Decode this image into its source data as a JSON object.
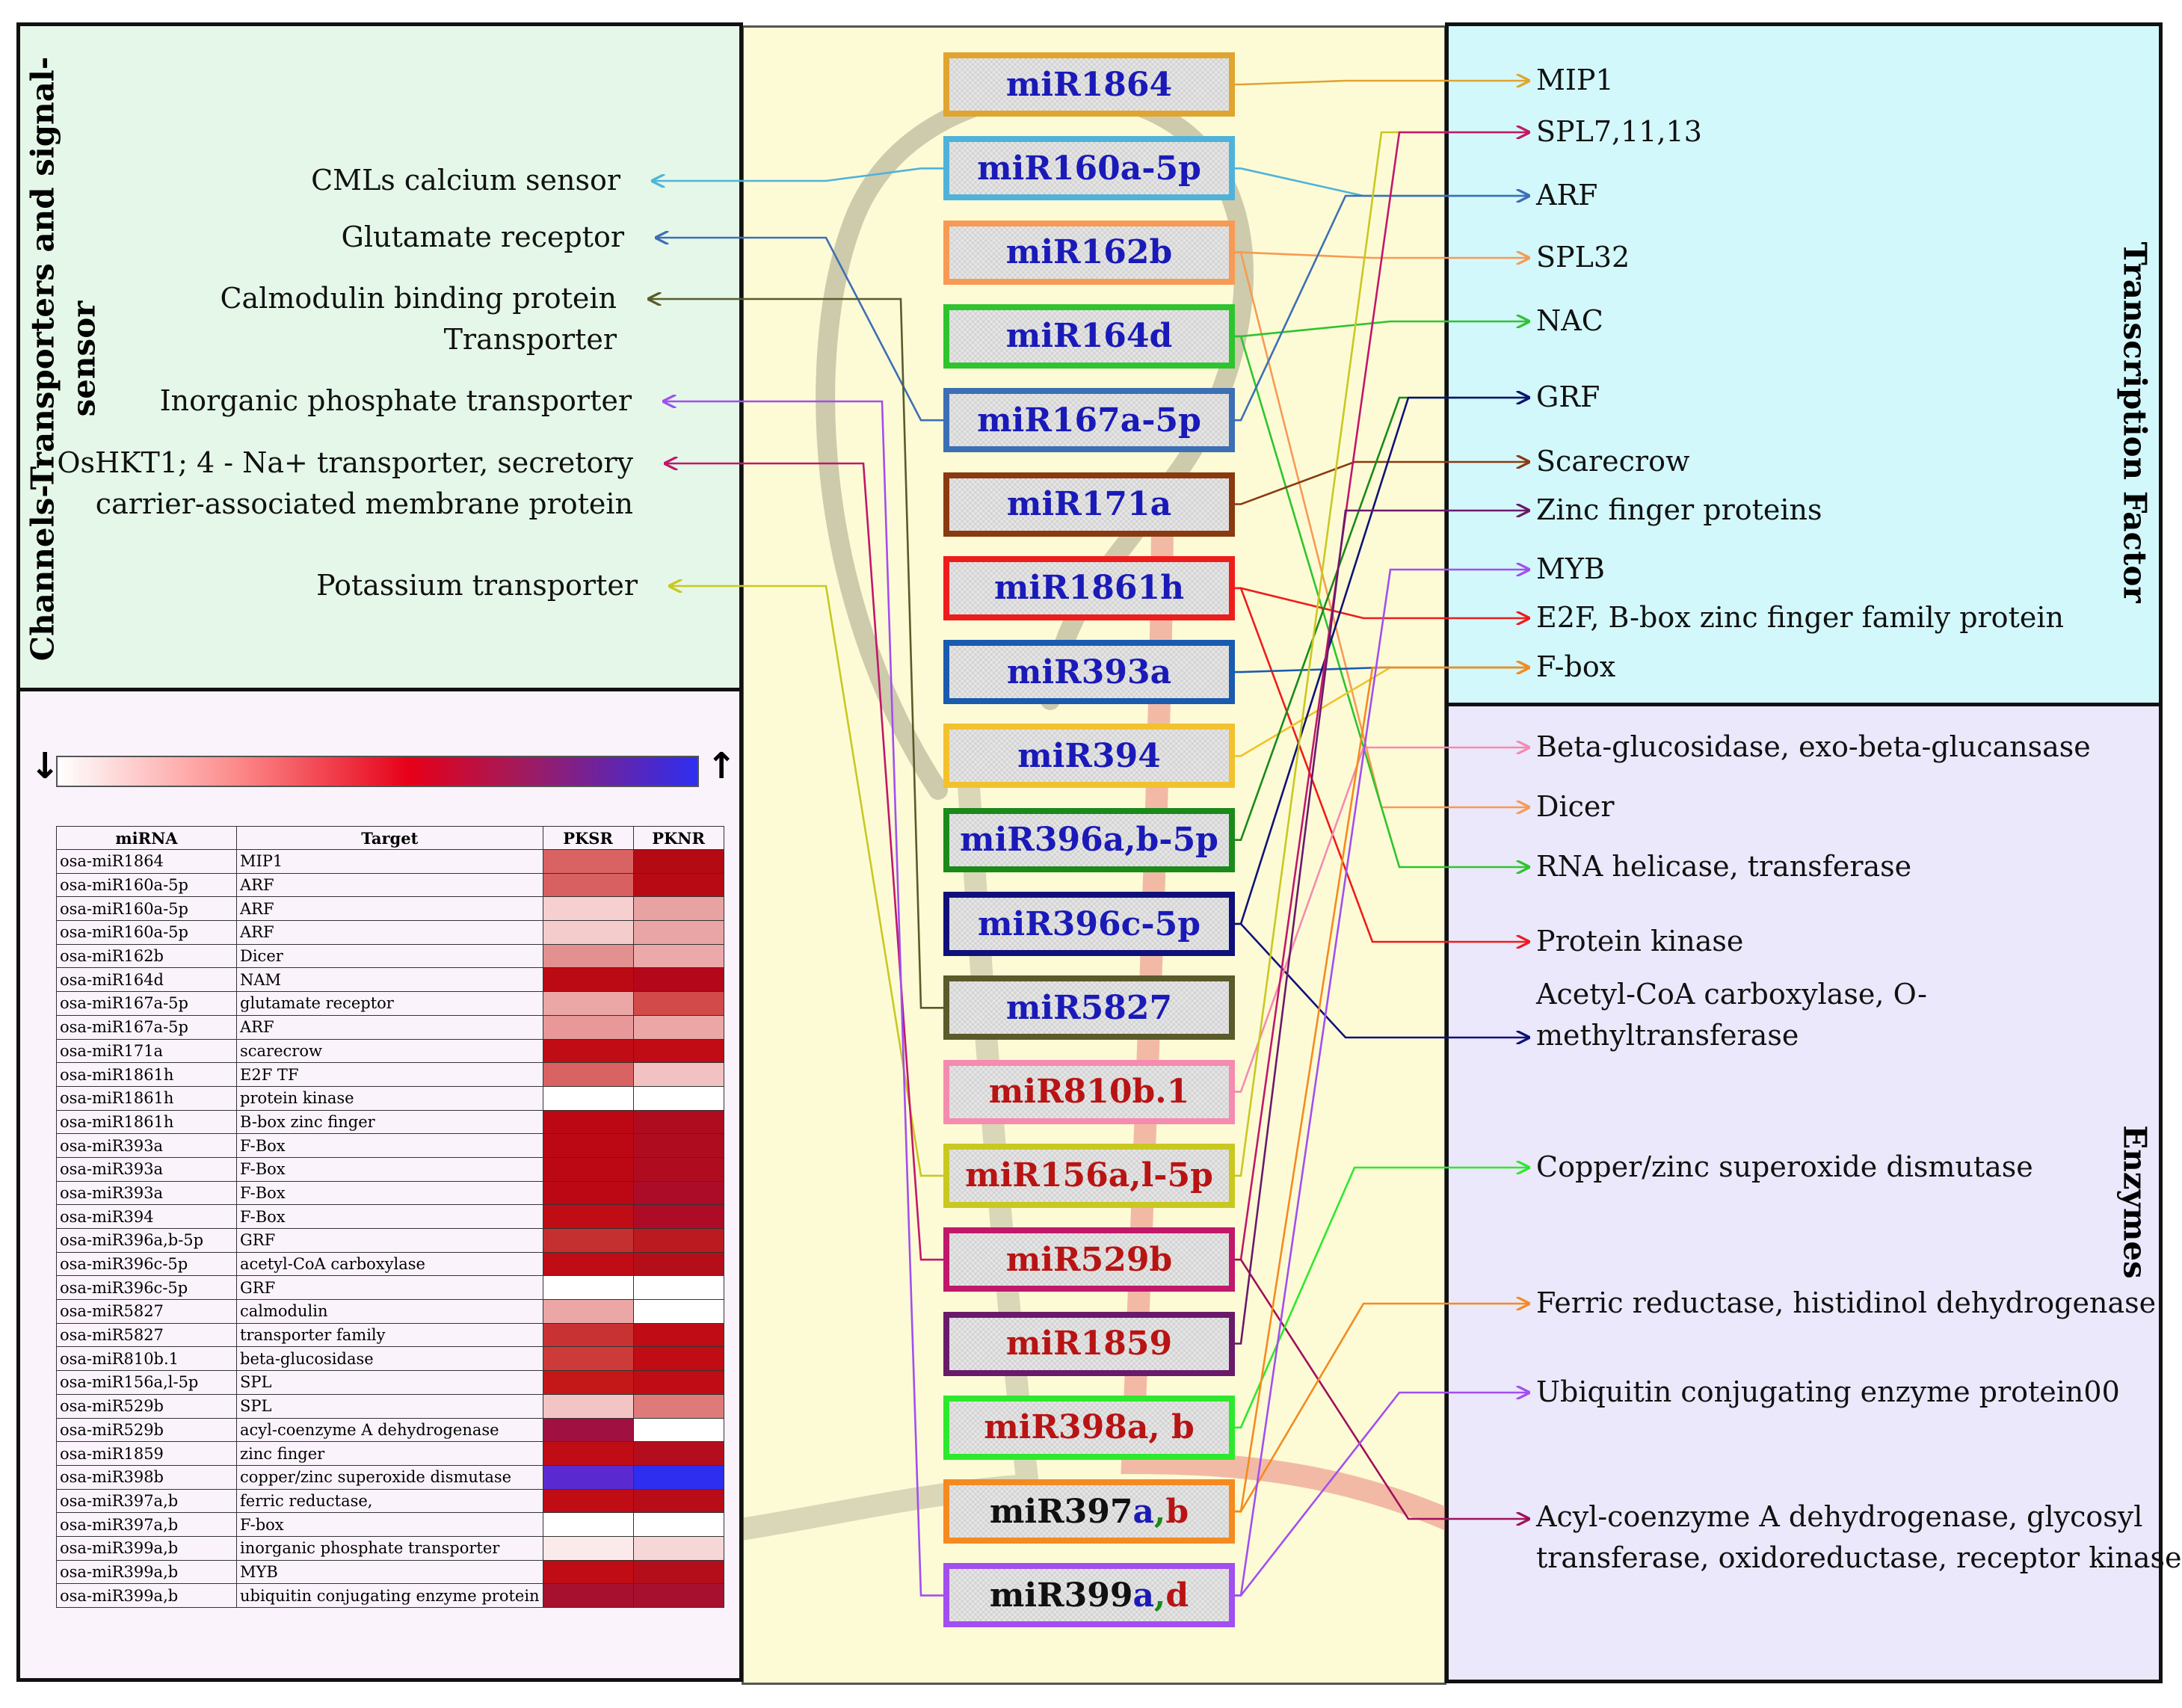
{
  "sections": {
    "left": "Channels-Transporters and signal-\nsensor",
    "right_top": "Transcription Factor",
    "right_bottom": "Enzymes"
  },
  "left_targets": [
    {
      "id": "cml",
      "text": "CMLs calcium sensor",
      "color": "#4fb3d9"
    },
    {
      "id": "glu",
      "text": "Glutamate receptor",
      "color": "#3d6fb5"
    },
    {
      "id": "cal",
      "text": "Calmodulin binding protein\nTransporter",
      "color": "#5a5a2a"
    },
    {
      "id": "pho",
      "text": "Inorganic phosphate transporter",
      "color": "#9a3ee6"
    },
    {
      "id": "hkt",
      "text": "OsHKT1; 4 - Na+ transporter, secretory\ncarrier-associated membrane protein",
      "color": "#b0106a"
    },
    {
      "id": "pot",
      "text": "Potassium transporter",
      "color": "#c9c820"
    }
  ],
  "mirnas": [
    {
      "id": "m1864",
      "label": "miR1864",
      "text_color": "#1a1ab8",
      "border": "#e0a430"
    },
    {
      "id": "m160",
      "label": "miR160a-5p",
      "text_color": "#1a1ab8",
      "border": "#4fb3d9"
    },
    {
      "id": "m162",
      "label": "miR162b",
      "text_color": "#1a1ab8",
      "border": "#f79a55"
    },
    {
      "id": "m164",
      "label": "miR164d",
      "text_color": "#1a1ab8",
      "border": "#2ec42e"
    },
    {
      "id": "m167",
      "label": "miR167a-5p",
      "text_color": "#1a1ab8",
      "border": "#3d6fb5"
    },
    {
      "id": "m171",
      "label": "miR171a",
      "text_color": "#1a1ab8",
      "border": "#8a3a10"
    },
    {
      "id": "m1861",
      "label": "miR1861h",
      "text_color": "#1a1ab8",
      "border": "#ee1c1c"
    },
    {
      "id": "m393",
      "label": "miR393a",
      "text_color": "#1a1ab8",
      "border": "#1a5bb0"
    },
    {
      "id": "m394",
      "label": "miR394",
      "text_color": "#1a1ab8",
      "border": "#f2c12e"
    },
    {
      "id": "m396ab",
      "label": "miR396a,b-5p",
      "text_color": "#1a1ab8",
      "border": "#1a8a1a"
    },
    {
      "id": "m396c",
      "label": "miR396c-5p",
      "text_color": "#1a1ab8",
      "border": "#10107a"
    },
    {
      "id": "m5827",
      "label": "miR5827",
      "text_color": "#1a1ab8",
      "border": "#5a5a2a"
    },
    {
      "id": "m810",
      "label": "miR810b.1",
      "text_color": "#b81414",
      "border": "#f58bb0"
    },
    {
      "id": "m156",
      "label": "miR156a,l-5p",
      "text_color": "#b81414",
      "border": "#c9c820"
    },
    {
      "id": "m529",
      "label": "miR529b",
      "text_color": "#b81414",
      "border": "#c0186a"
    },
    {
      "id": "m1859",
      "label": "miR1859",
      "text_color": "#b81414",
      "border": "#6a1a6a"
    },
    {
      "id": "m398",
      "label": "miR398a, b",
      "text_color": "#b81414",
      "border": "#2ee82e"
    },
    {
      "id": "m397",
      "label_parts": [
        "miR397",
        "a",
        ",",
        "b"
      ],
      "part_colors": [
        "#111111",
        "#1a1ab8",
        "#1a8a1a",
        "#b81414"
      ],
      "border": "#f58a20"
    },
    {
      "id": "m399",
      "label_parts": [
        "miR399",
        "a",
        ",",
        "d"
      ],
      "part_colors": [
        "#111111",
        "#1a1ab8",
        "#1a8a1a",
        "#b81414"
      ],
      "border": "#a14ff0"
    }
  ],
  "right_targets": [
    {
      "id": "mip1",
      "text": "MIP1"
    },
    {
      "id": "spl7",
      "text": "SPL7,11,13"
    },
    {
      "id": "arf",
      "text": "ARF"
    },
    {
      "id": "spl32",
      "text": "SPL32"
    },
    {
      "id": "nac",
      "text": "NAC"
    },
    {
      "id": "grf",
      "text": "GRF"
    },
    {
      "id": "scare",
      "text": "Scarecrow"
    },
    {
      "id": "zinc",
      "text": "Zinc finger proteins"
    },
    {
      "id": "myb",
      "text": "MYB"
    },
    {
      "id": "e2f",
      "text": "E2F, B-box zinc finger family protein"
    },
    {
      "id": "fbox",
      "text": "F-box"
    },
    {
      "id": "beta",
      "text": "Beta-glucosidase, exo-beta-glucansase"
    },
    {
      "id": "dicer",
      "text": "Dicer"
    },
    {
      "id": "rna",
      "text": "RNA helicase, transferase"
    },
    {
      "id": "pk",
      "text": "Protein kinase"
    },
    {
      "id": "acc",
      "text": "Acetyl-CoA carboxylase, O-\nmethyltransferase"
    },
    {
      "id": "sod",
      "text": "Copper/zinc superoxide dismutase"
    },
    {
      "id": "ferric",
      "text": "Ferric reductase, histidinol dehydrogenase"
    },
    {
      "id": "ubi",
      "text": "Ubiquitin conjugating enzyme protein00"
    },
    {
      "id": "acyl",
      "text": "Acyl-coenzyme A dehydrogenase, glycosyl\ntransferase, oxidoreductase, receptor kinase"
    }
  ],
  "links": [
    {
      "from": "m1864",
      "to": "mip1",
      "color": "#e0a430"
    },
    {
      "from": "m160",
      "to": "cml",
      "color": "#4fb3d9"
    },
    {
      "from": "m160",
      "to": "arf",
      "color": "#4fb3d9"
    },
    {
      "from": "m162",
      "to": "spl32",
      "color": "#f79a55"
    },
    {
      "from": "m162",
      "to": "dicer",
      "color": "#f79a55"
    },
    {
      "from": "m164",
      "to": "nac",
      "color": "#2ec42e"
    },
    {
      "from": "m164",
      "to": "rna",
      "color": "#2ec42e"
    },
    {
      "from": "m167",
      "to": "glu",
      "color": "#3d6fb5"
    },
    {
      "from": "m167",
      "to": "arf",
      "color": "#3d6fb5"
    },
    {
      "from": "m171",
      "to": "scare",
      "color": "#8a3a10"
    },
    {
      "from": "m1861",
      "to": "e2f",
      "color": "#ee1c1c"
    },
    {
      "from": "m1861",
      "to": "pk",
      "color": "#ee1c1c"
    },
    {
      "from": "m393",
      "to": "fbox",
      "color": "#1a5bb0"
    },
    {
      "from": "m394",
      "to": "fbox",
      "color": "#f2c12e"
    },
    {
      "from": "m396ab",
      "to": "grf",
      "color": "#1a8a1a"
    },
    {
      "from": "m396c",
      "to": "grf",
      "color": "#10107a"
    },
    {
      "from": "m396c",
      "to": "acc",
      "color": "#10107a"
    },
    {
      "from": "m5827",
      "to": "cal",
      "color": "#5a5a2a"
    },
    {
      "from": "m810",
      "to": "beta",
      "color": "#f58bb0"
    },
    {
      "from": "m156",
      "to": "pot",
      "color": "#c9c820"
    },
    {
      "from": "m156",
      "to": "spl7",
      "color": "#c9c820"
    },
    {
      "from": "m529",
      "to": "hkt",
      "color": "#c0186a"
    },
    {
      "from": "m529",
      "to": "spl7",
      "color": "#c0186a"
    },
    {
      "from": "m529",
      "to": "acyl",
      "color": "#a0105a"
    },
    {
      "from": "m1859",
      "to": "zinc",
      "color": "#6a1a6a"
    },
    {
      "from": "m398",
      "to": "sod",
      "color": "#2ee82e"
    },
    {
      "from": "m397",
      "to": "ferric",
      "color": "#f58a20"
    },
    {
      "from": "m397",
      "to": "fbox",
      "color": "#f58a20"
    },
    {
      "from": "m399",
      "to": "pho",
      "color": "#a14ff0"
    },
    {
      "from": "m399",
      "to": "myb",
      "color": "#a14ff0"
    },
    {
      "from": "m399",
      "to": "ubi",
      "color": "#a14ff0"
    }
  ],
  "colorbar": {
    "low_symbol": "↓",
    "high_symbol": "↑",
    "stops": [
      "#ffffff",
      "#fd8a8a",
      "#e60018",
      "#a31a5a",
      "#2e2ef0"
    ]
  },
  "heatmap": {
    "headers": [
      "miRNA",
      "Target",
      "PKSR",
      "PKNR"
    ],
    "rows": [
      {
        "mirna": "osa-miR1864",
        "target": "MIP1",
        "pksr": "#d96262",
        "pknr": "#b40a14"
      },
      {
        "mirna": "osa-miR160a-5p",
        "target": "ARF",
        "pksr": "#d86060",
        "pknr": "#b80a14"
      },
      {
        "mirna": "osa-miR160a-5p",
        "target": "ARF",
        "pksr": "#f6d0d0",
        "pknr": "#e8a2a2"
      },
      {
        "mirna": "osa-miR160a-5p",
        "target": "ARF",
        "pksr": "#f4cccc",
        "pknr": "#e9a5a5"
      },
      {
        "mirna": "osa-miR162b",
        "target": "Dicer",
        "pksr": "#e39090",
        "pknr": "#eba9a9"
      },
      {
        "mirna": "osa-miR164d",
        "target": "NAM",
        "pksr": "#bc0a14",
        "pknr": "#b4081a"
      },
      {
        "mirna": "osa-miR167a-5p",
        "target": "glutamate receptor",
        "pksr": "#eba6a6",
        "pknr": "#d24a4a"
      },
      {
        "mirna": "osa-miR167a-5p",
        "target": "ARF",
        "pksr": "#e89898",
        "pknr": "#eba6a6"
      },
      {
        "mirna": "osa-miR171a",
        "target": "scarecrow",
        "pksr": "#c00c14",
        "pknr": "#c00c14"
      },
      {
        "mirna": "osa-miR1861h",
        "target": "E2F TF",
        "pksr": "#d96262",
        "pknr": "#f2c2c2"
      },
      {
        "mirna": "osa-miR1861h",
        "target": "protein kinase",
        "pksr": "#ffffff",
        "pknr": "#ffffff"
      },
      {
        "mirna": "osa-miR1861h",
        "target": "B-box zinc finger",
        "pksr": "#bc0814",
        "pknr": "#b00c20"
      },
      {
        "mirna": "osa-miR393a",
        "target": "F-Box",
        "pksr": "#bc0814",
        "pknr": "#b00c20"
      },
      {
        "mirna": "osa-miR393a",
        "target": "F-Box",
        "pksr": "#bc0814",
        "pknr": "#b00c20"
      },
      {
        "mirna": "osa-miR393a",
        "target": "F-Box",
        "pksr": "#bc0814",
        "pknr": "#ac0c28"
      },
      {
        "mirna": "osa-miR394",
        "target": "F-Box",
        "pksr": "#c00c14",
        "pknr": "#ae0c26"
      },
      {
        "mirna": "osa-miR396a,b-5p",
        "target": "GRF",
        "pksr": "#c43030",
        "pknr": "#ba1a20"
      },
      {
        "mirna": "osa-miR396c-5p",
        "target": "acetyl-CoA carboxylase",
        "pksr": "#c00c14",
        "pknr": "#b40e1a"
      },
      {
        "mirna": "osa-miR396c-5p",
        "target": "GRF",
        "pksr": "#ffffff",
        "pknr": "#ffffff"
      },
      {
        "mirna": "osa-miR5827",
        "target": "calmodulin",
        "pksr": "#eba6a6",
        "pknr": "#ffffff"
      },
      {
        "mirna": "osa-miR5827",
        "target": "transporter family",
        "pksr": "#c83232",
        "pknr": "#c00c14"
      },
      {
        "mirna": "osa-miR810b.1",
        "target": "beta-glucosidase",
        "pksr": "#cc3a3a",
        "pknr": "#c00c14"
      },
      {
        "mirna": "osa-miR156a,l-5p",
        "target": "SPL",
        "pksr": "#c41818",
        "pknr": "#c00c14"
      },
      {
        "mirna": "osa-miR529b",
        "target": "SPL",
        "pksr": "#f2c4c4",
        "pknr": "#de7a7a"
      },
      {
        "mirna": "osa-miR529b",
        "target": "acyl-coenzyme A dehydrogenase",
        "pksr": "#a01040",
        "pknr": "#ffffff"
      },
      {
        "mirna": "osa-miR1859",
        "target": "zinc finger",
        "pksr": "#c00c14",
        "pknr": "#b40e1e"
      },
      {
        "mirna": "osa-miR398b",
        "target": "copper/zinc superoxide dismutase",
        "pksr": "#5a2ad0",
        "pknr": "#2e2ef0"
      },
      {
        "mirna": "osa-miR397a,b",
        "target": "ferric reductase,",
        "pksr": "#c00c14",
        "pknr": "#b80c18"
      },
      {
        "mirna": "osa-miR397a,b",
        "target": "F-box",
        "pksr": "#ffffff",
        "pknr": "#ffffff"
      },
      {
        "mirna": "osa-miR399a,b",
        "target": "inorganic phosphate transporter",
        "pksr": "#fbeaea",
        "pknr": "#f6d6d6"
      },
      {
        "mirna": "osa-miR399a,b",
        "target": "MYB",
        "pksr": "#c00c14",
        "pknr": "#b40e1a"
      },
      {
        "mirna": "osa-miR399a,b",
        "target": "ubiquitin conjugating enzyme protein",
        "pksr": "#a81030",
        "pknr": "#a81030"
      }
    ]
  }
}
